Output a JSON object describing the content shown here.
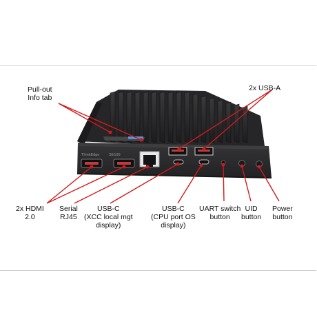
{
  "labels": {
    "info_tab": [
      "Pull-out",
      "Info tab"
    ],
    "usb_a": [
      "2x USB-A"
    ],
    "hdmi": [
      "2x HDMI",
      "2.0"
    ],
    "serial": [
      "Serial",
      "RJ45"
    ],
    "usbc_xcc": [
      "USB-C",
      "(XCC local mgt",
      "display)"
    ],
    "usbc_cpu": [
      "USB-C",
      "(CPU port OS",
      "display)"
    ],
    "uart": [
      "UART switch",
      "button"
    ],
    "uid": [
      "UID",
      "button"
    ],
    "power": [
      "Power",
      "button"
    ]
  },
  "device": {
    "brand": "ThinkEdge",
    "model": "SE100"
  },
  "colors": {
    "callout": "#d21a1a",
    "chassis": "#2b2b2d",
    "text": "#111111"
  }
}
